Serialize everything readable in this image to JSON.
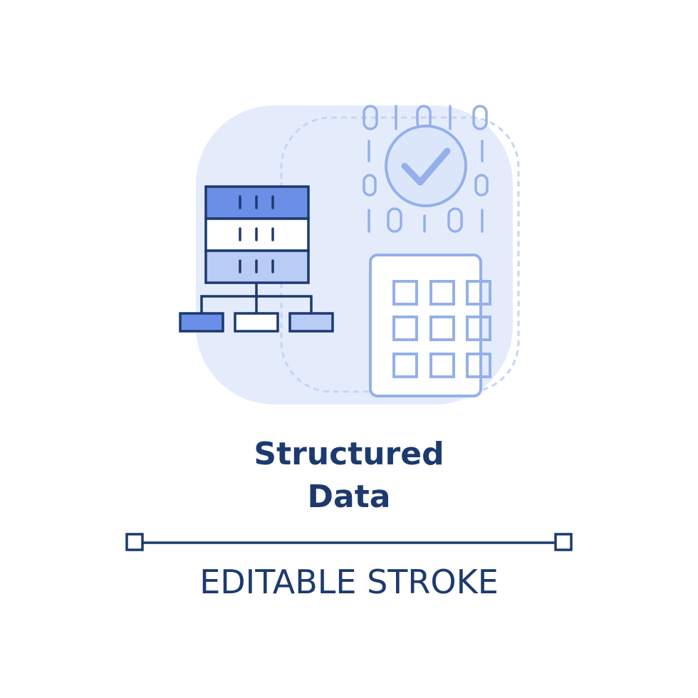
{
  "title": {
    "line1": "Structured",
    "line2": "Data"
  },
  "caption": "EDITABLE STROKE",
  "icons": {
    "main": "structured-data-icon",
    "server": "server-rack-icon",
    "hierarchy": "hierarchy-icon",
    "binary": "binary-code-icon",
    "check": "checkmark-icon",
    "grid": "grid-table-icon"
  },
  "binary_digits": {
    "top_row": "01010",
    "bottom_row": "10101"
  },
  "colors": {
    "navy": "#1d3a6e",
    "blue_fill": "#6b8fe6",
    "light_blue_fill": "#b9ccf5",
    "light_stroke": "#94b0ea",
    "background_blob": "#e4ecfc"
  }
}
